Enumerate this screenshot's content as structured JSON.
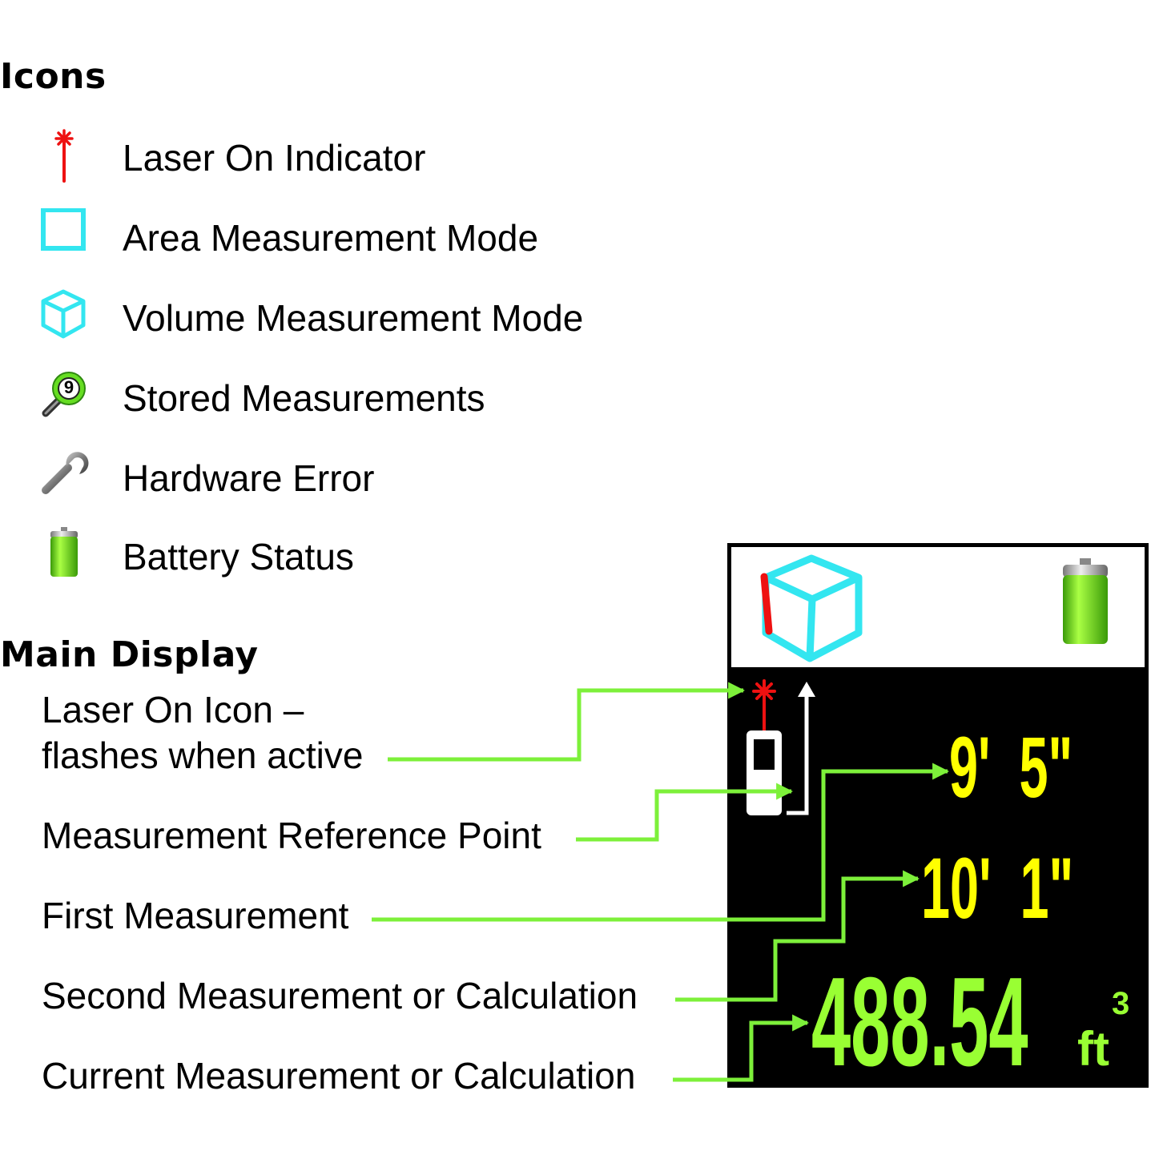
{
  "headings": {
    "icons": "Icons",
    "main_display": "Main Display"
  },
  "legend": [
    {
      "icon": "laser-icon",
      "label": "Laser On Indicator"
    },
    {
      "icon": "area-square-icon",
      "label": "Area Measurement Mode"
    },
    {
      "icon": "volume-cube-icon",
      "label": "Volume Measurement Mode"
    },
    {
      "icon": "magnifier-icon",
      "label": "Stored Measurements",
      "badge": "9"
    },
    {
      "icon": "wrench-icon",
      "label": "Hardware Error"
    },
    {
      "icon": "battery-icon",
      "label": "Battery Status"
    }
  ],
  "callouts": {
    "laser_line1": "Laser On Icon –",
    "laser_line2": "flashes when active",
    "reference_point": "Measurement Reference Point",
    "first": "First Measurement",
    "second": "Second Measurement or Calculation",
    "current": "Current Measurement or Calculation"
  },
  "display": {
    "first_measurement": "9'  5\"",
    "second_measurement": "10'  1\"",
    "current_value": "488.54",
    "current_unit": "ft",
    "current_unit_exponent": "3"
  },
  "colors": {
    "laser_red": "#ee1111",
    "cyan": "#33e6f0",
    "callout_green": "#7df03a",
    "value_yellow": "#ffff00",
    "value_green": "#99ff33",
    "battery_green": "#66dd11",
    "display_black": "#000000"
  }
}
